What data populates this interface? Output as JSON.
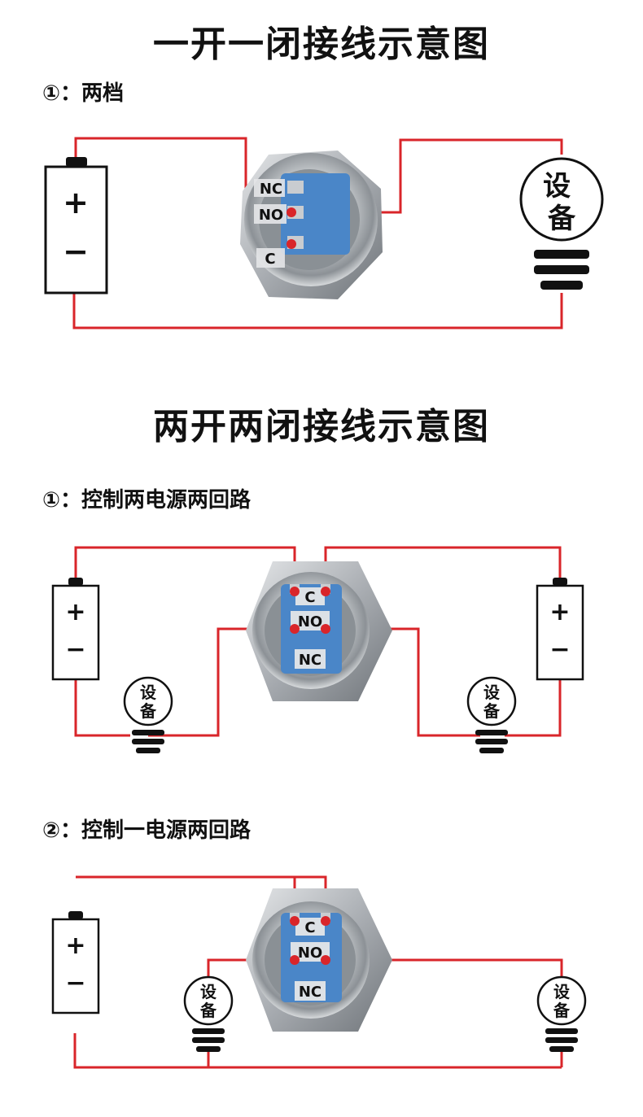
{
  "section1": {
    "title": "一开一闭接线示意图",
    "subtitle": "①：两档",
    "battery": {
      "plus": "+",
      "minus": "−"
    },
    "device": "设备",
    "pins": {
      "nc": "NC",
      "no": "NO",
      "c": "C"
    }
  },
  "section2": {
    "title": "两开两闭接线示意图",
    "sub1": {
      "subtitle": "①：控制两电源两回路",
      "battery": {
        "plus": "+",
        "minus": "−"
      },
      "device": "设备",
      "pins": {
        "c": "C",
        "no": "NO",
        "nc": "NC"
      }
    },
    "sub2": {
      "subtitle": "②：控制一电源两回路",
      "battery": {
        "plus": "+",
        "minus": "−"
      },
      "device": "设备",
      "pins": {
        "c": "C",
        "no": "NO",
        "nc": "NC"
      }
    }
  },
  "colors": {
    "wire": "#d9252a",
    "switch_blue": "#4a86c8",
    "metal": "#b8bcc0"
  }
}
